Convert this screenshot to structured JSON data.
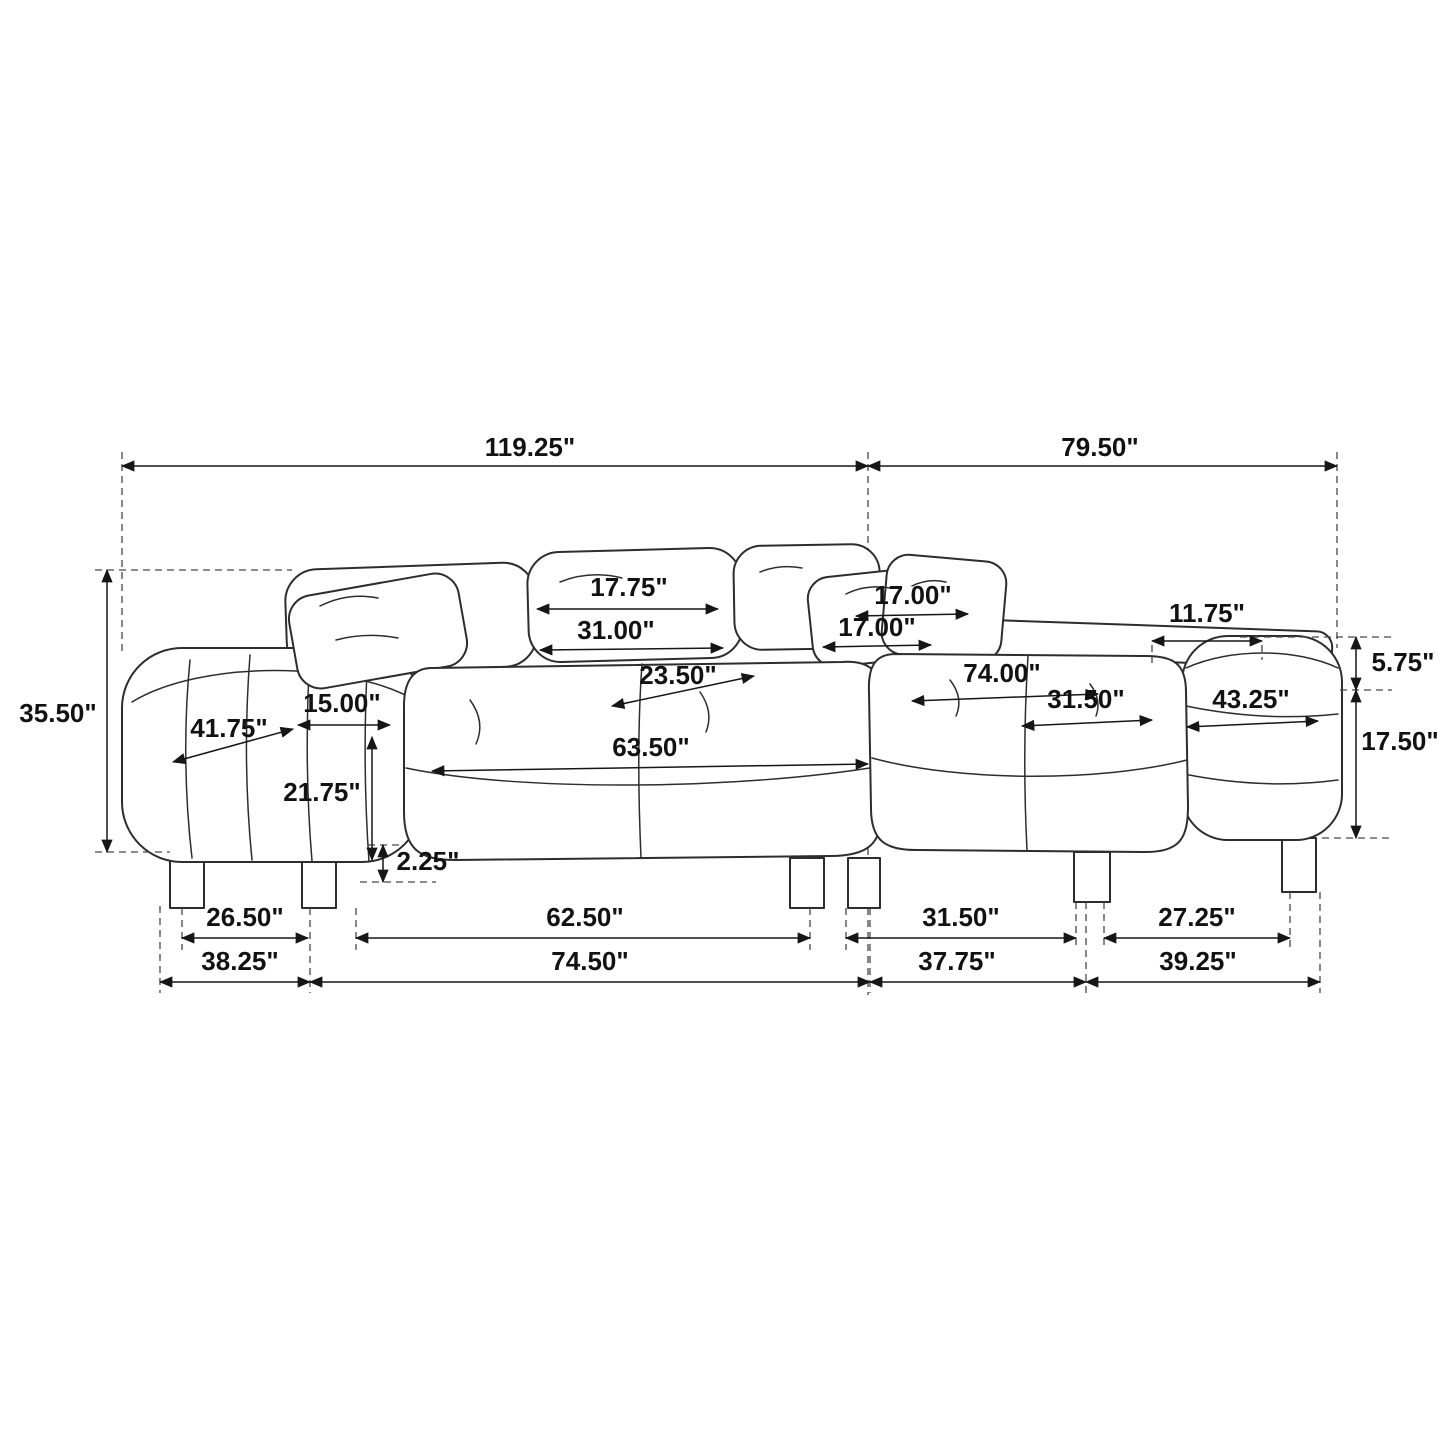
{
  "dims": {
    "overall_width": "119.25\"",
    "chaise_side_width": "79.50\"",
    "overall_height": "35.50\"",
    "back_pillow_width": "17.75\"",
    "back_cushion_width": "31.00\"",
    "toss_pillow_width": "17.00\"",
    "toss_pillow_height": "17.00\"",
    "right_arm_top_width": "11.75\"",
    "arm_to_seat_rise": "5.75\"",
    "seat_height": "17.50\"",
    "seat_depth": "23.50\"",
    "chaise_depth": "74.00\"",
    "chaise_cushion_width": "31.50\"",
    "chaise_inner_depth": "43.25\"",
    "arm_width": "15.00\"",
    "left_arm_depth": "41.75\"",
    "seat_width": "63.50\"",
    "arm_height": "21.75\"",
    "leg_height": "2.25\"",
    "front_leg_span_left": "26.50\"",
    "inner_leg_span_center": "62.50\"",
    "inner_leg_span_right": "31.50\"",
    "leg_span_chaise": "27.25\"",
    "base_depth_left": "38.25\"",
    "base_span_center": "74.50\"",
    "base_span_right": "37.75\"",
    "base_depth_chaise": "39.25\""
  }
}
